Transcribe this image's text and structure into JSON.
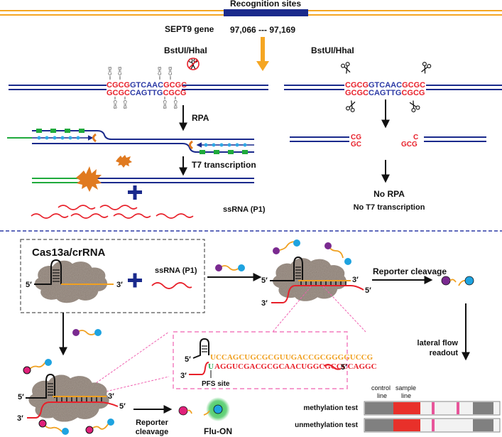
{
  "colors": {
    "dna_blue": "#1a2a8c",
    "gene_orange": "#f5a623",
    "cpg_red": "#e8202a",
    "seq_blue": "#2c3aa6",
    "primer_green": "#1faa3c",
    "bead_blue": "#2fa9e6",
    "rna_red": "#e8202a",
    "crRNA_orange": "#f0a020",
    "reporter_purple": "#7a2a90",
    "reporter_magenta": "#e0207a",
    "reporter_cyan": "#1ea3e0",
    "pfs_green": "#2aaa55",
    "divider_blue": "#2c3aa6",
    "zoom_box_pink": "#f060b0",
    "strip_gray": "#808080",
    "strip_red": "#e8302a",
    "strip_line_pink": "#e8559a"
  },
  "top": {
    "recognition_label": "Recognition sites",
    "gene_label": "SEPT9 gene",
    "range_label": "97,066 --- 97,169"
  },
  "methylated": {
    "enzyme_label": "BstUI/HhaI",
    "top_seq": [
      {
        "t": "CGCG",
        "c": "red"
      },
      {
        "t": "GTCAAC",
        "c": "blue"
      },
      {
        "t": "GCGC",
        "c": "red"
      }
    ],
    "bottom_seq": [
      {
        "t": "GCGC",
        "c": "red"
      },
      {
        "t": "CAGTTG",
        "c": "blue"
      },
      {
        "t": "CGCG",
        "c": "red"
      }
    ],
    "methyl_label": "CH3",
    "rpa_label": "RPA",
    "t7_label": "T7 transcription",
    "ssrna_label": "ssRNA (P1)"
  },
  "unmethylated": {
    "enzyme_label": "BstUI/HhaI",
    "top_seq": [
      {
        "t": "CGCG",
        "c": "red"
      },
      {
        "t": "GTCAAC",
        "c": "blue"
      },
      {
        "t": "GCGC",
        "c": "red"
      }
    ],
    "bottom_seq": [
      {
        "t": "GCGC",
        "c": "red"
      },
      {
        "t": "CAGTTG",
        "c": "blue"
      },
      {
        "t": "CGCG",
        "c": "red"
      }
    ],
    "frag_left_top": "CG",
    "frag_left_bottom": "GC",
    "frag_right_top": "C",
    "frag_right_bottom": "GCG",
    "result_line1": "No RPA",
    "result_line2": "No T7 transcription"
  },
  "cas": {
    "complex_label": "Cas13a/crRNA",
    "ssrna_label": "ssRNA (P1)",
    "five_prime": "5′",
    "three_prime": "3′",
    "reporter_cleavage": "Reporter cleavage",
    "reporter_cleavage_line1": "Reporter",
    "reporter_cleavage_line2": "cleavage",
    "flu_on": "Flu-ON",
    "lateral_flow_line1": "lateral flow",
    "lateral_flow_line2": "readout"
  },
  "zoom_box": {
    "crRNA_seq": "UCCAGCUGCGCGUUGACCGCGGGGUCCG",
    "pfs_base": "U",
    "target_seq": "AGGUCGACGCGCAACUGGCGCCCCAGGC",
    "pfs_label": "PFS site",
    "five_prime": "5′",
    "three_prime": "3′"
  },
  "strip": {
    "control_label_1": "control",
    "control_label_2": "line",
    "sample_label_1": "sample",
    "sample_label_2": "line",
    "tests": [
      {
        "label": "methylation  test",
        "control_line": true,
        "sample_line": true
      },
      {
        "label": "unmethylation  test",
        "control_line": true,
        "sample_line": false
      }
    ]
  }
}
